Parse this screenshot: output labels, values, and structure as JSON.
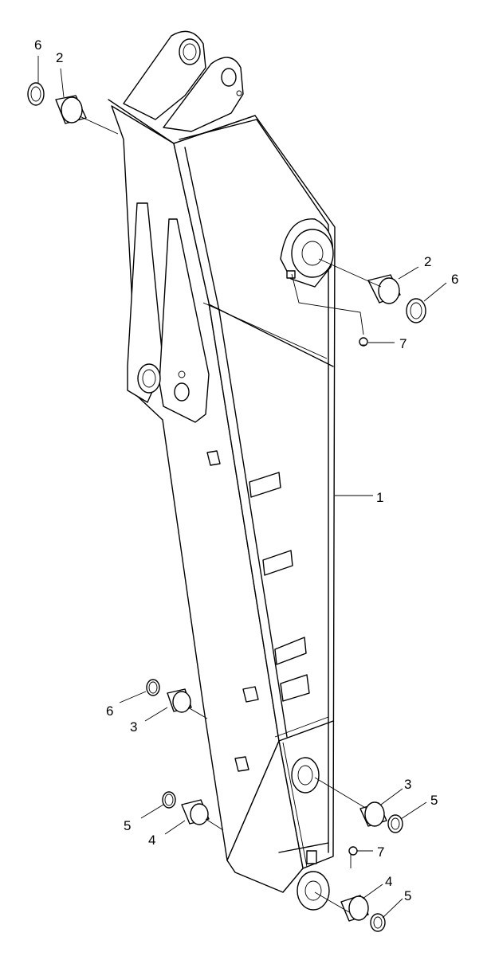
{
  "callouts": [
    {
      "id": "c-6-top",
      "text": "6"
    },
    {
      "id": "c-2-top",
      "text": "2"
    },
    {
      "id": "c-2-right",
      "text": "2"
    },
    {
      "id": "c-6-right",
      "text": "6"
    },
    {
      "id": "c-7-upper",
      "text": "7"
    },
    {
      "id": "c-1",
      "text": "1"
    },
    {
      "id": "c-6-left",
      "text": "6"
    },
    {
      "id": "c-3-left",
      "text": "3"
    },
    {
      "id": "c-3-right",
      "text": "3"
    },
    {
      "id": "c-5-right",
      "text": "5"
    },
    {
      "id": "c-5-left",
      "text": "5"
    },
    {
      "id": "c-4-left",
      "text": "4"
    },
    {
      "id": "c-7-lower",
      "text": "7"
    },
    {
      "id": "c-4-right",
      "text": "4"
    },
    {
      "id": "c-5-bottom",
      "text": "5"
    }
  ]
}
